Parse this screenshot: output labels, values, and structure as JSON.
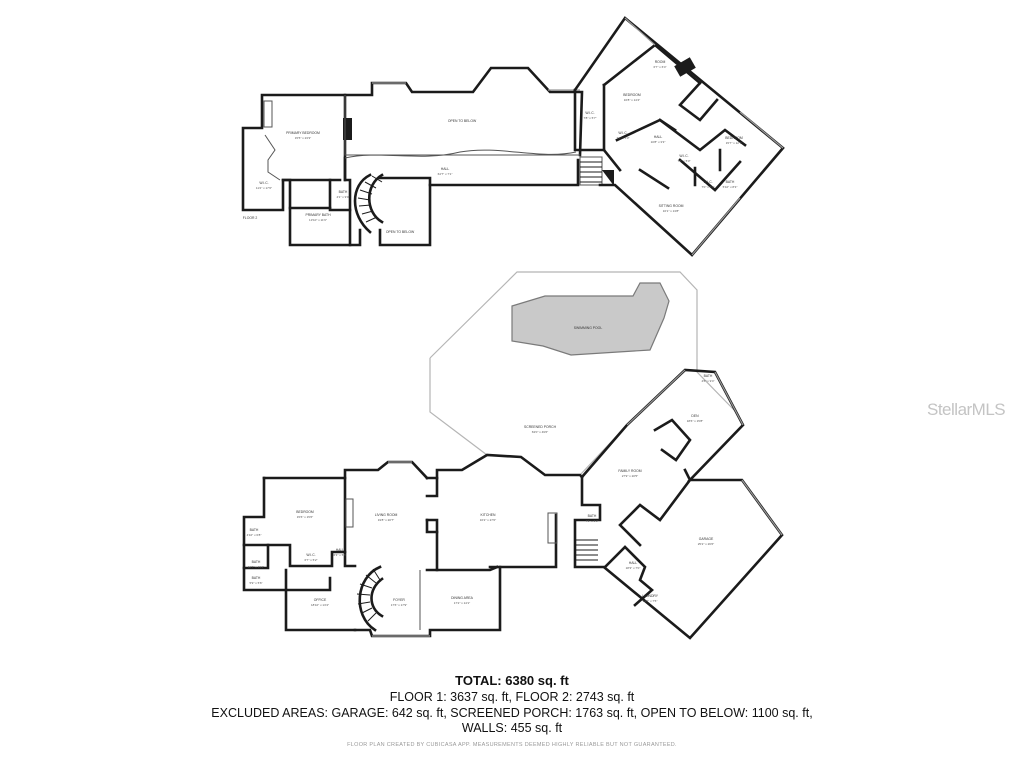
{
  "summary": {
    "total": "TOTAL: 6380 sq. ft",
    "floors": "FLOOR 1: 3637 sq. ft, FLOOR 2: 2743 sq. ft",
    "excluded": "EXCLUDED AREAS: GARAGE: 642 sq. ft, SCREENED PORCH: 1763 sq. ft, OPEN TO BELOW: 1100 sq. ft,",
    "walls": "WALLS: 455 sq. ft",
    "disclaimer": "FLOOR PLAN CREATED BY CUBICASA APP. MEASUREMENTS DEEMED HIGHLY RELIABLE BUT NOT GUARANTEED."
  },
  "watermark": "StellarMLS",
  "floor2": {
    "label": "FLOOR 2",
    "rooms": [
      {
        "id": "primary-bedroom",
        "name": "PRIMARY BEDROOM",
        "dims": "15'5\" x 23'3\""
      },
      {
        "id": "wic",
        "name": "W.I.C.",
        "dims": "11'2\" x 17'6\""
      },
      {
        "id": "primary-bath",
        "name": "PRIMARY BATH",
        "dims": "13'10\" x 11'6\""
      },
      {
        "id": "bath-upper",
        "name": "BATH",
        "dims": "4'1\" x 9'0\""
      },
      {
        "id": "open-to-below-large",
        "name": "OPEN TO BELOW",
        "dims": ""
      },
      {
        "id": "hall",
        "name": "HALL",
        "dims": "64'7\" x 7'1\""
      },
      {
        "id": "open-to-below-stair",
        "name": "OPEN TO BELOW",
        "dims": ""
      },
      {
        "id": "room",
        "name": "ROOM",
        "dims": "6'7\" x 6'4\""
      },
      {
        "id": "bedroom-a",
        "name": "BEDROOM",
        "dims": "16'8\" x 14'4\""
      },
      {
        "id": "wic-a",
        "name": "W.I.C.",
        "dims": "7'8\" x 5'7\""
      },
      {
        "id": "wic-b",
        "name": "W.I.C.",
        "dims": "7'4\" x 5'3\""
      },
      {
        "id": "hall-small",
        "name": "HALL",
        "dims": "10'8\" x 3'3\""
      },
      {
        "id": "bedroom-b",
        "name": "BEDROOM",
        "dims": "15'7\" x 12'7\""
      },
      {
        "id": "wic-c",
        "name": "W.I.C.",
        "dims": "7'6\" x 5'3\""
      },
      {
        "id": "wic-d",
        "name": "W.I.C.",
        "dims": "7'0\" x 5'5\""
      },
      {
        "id": "bath-b",
        "name": "BATH",
        "dims": "5'10\" x 8'3\""
      },
      {
        "id": "sitting-room",
        "name": "SITTING ROOM",
        "dims": "16'1\" x 13'8\""
      }
    ]
  },
  "floor1": {
    "rooms": [
      {
        "id": "swimming-pool",
        "name": "SWIMMING POOL",
        "dims": ""
      },
      {
        "id": "screened-porch",
        "name": "SCREENED PORCH",
        "dims": "63'0\" x 49'6\""
      },
      {
        "id": "bath-den",
        "name": "BATH",
        "dims": "4'6\" x 9'4\""
      },
      {
        "id": "den",
        "name": "DEN",
        "dims": "18'6\" x 15'8\""
      },
      {
        "id": "family-room",
        "name": "FAMILY ROOM",
        "dims": "27'9\" x 20'5\""
      },
      {
        "id": "kitchen",
        "name": "KITCHEN",
        "dims": "16'2\" x 27'0\""
      },
      {
        "id": "living-room",
        "name": "LIVING ROOM",
        "dims": "19'8\" x 20'7\""
      },
      {
        "id": "bedroom",
        "name": "BEDROOM",
        "dims": "15'6\" x 15'6\""
      },
      {
        "id": "bath-a",
        "name": "BATH",
        "dims": "4'10\" x 6'8\""
      },
      {
        "id": "bath-b1",
        "name": "BATH",
        "dims": "10'7\" x 13'4\""
      },
      {
        "id": "wic-1",
        "name": "W.I.C.",
        "dims": "6'7\" x 5'2\""
      },
      {
        "id": "hall-1",
        "name": "HALL",
        "dims": "6'3\" x 5'5\""
      },
      {
        "id": "bath-c",
        "name": "BATH",
        "dims": "5'9\" x 5'6\""
      },
      {
        "id": "office",
        "name": "OFFICE",
        "dims": "18'10\" x 13'4\""
      },
      {
        "id": "foyer",
        "name": "FOYER",
        "dims": "17'6\" x 17'9\""
      },
      {
        "id": "dining-area",
        "name": "DINING AREA",
        "dims": "17'2\" x 14'1\""
      },
      {
        "id": "bath-k",
        "name": "BATH",
        "dims": "7'6\" x 5'0\""
      },
      {
        "id": "laundry",
        "name": "LAUNDRY",
        "dims": "14'6\" x 7'5\""
      },
      {
        "id": "hall-2",
        "name": "HALL",
        "dims": "18'3\" x 7'0\""
      },
      {
        "id": "garage",
        "name": "GARAGE",
        "dims": "25'2\" x 26'6\""
      }
    ]
  }
}
